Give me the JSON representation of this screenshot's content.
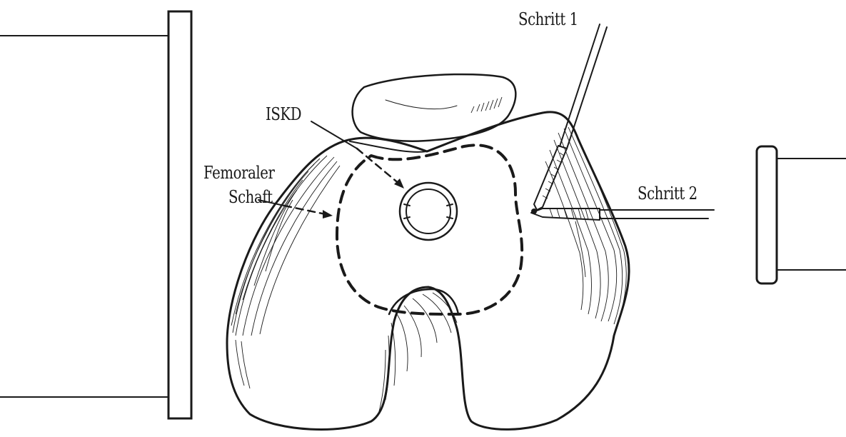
{
  "labels": {
    "schritt_1": "Schritt 1",
    "schritt_2": "Schritt 2",
    "iskd": "ISKD",
    "femoraler_line1": "Femoraler",
    "femoraler_line2": "Schaft"
  },
  "colors": {
    "ink": "#1a1a1a",
    "background": "#ffffff"
  }
}
